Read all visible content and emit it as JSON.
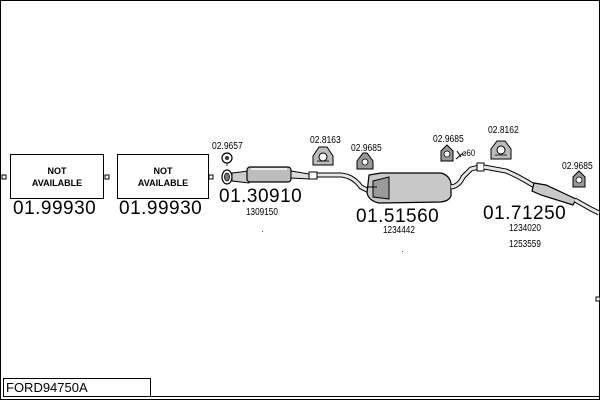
{
  "diagram": {
    "title": "FORD94750A",
    "not_available_text": [
      "NOT",
      "AVAILABLE"
    ],
    "sections": [
      {
        "code": "01.99930"
      },
      {
        "code": "01.99930"
      },
      {
        "code": "01.30910",
        "oe": [
          "1309150"
        ]
      },
      {
        "code": "01.51560",
        "oe": [
          "1234442"
        ]
      },
      {
        "code": "01.71250",
        "oe": [
          "1234020",
          "1253559"
        ]
      }
    ],
    "fittings": [
      {
        "code": "02.9657"
      },
      {
        "code": "02.8163"
      },
      {
        "code": "02.9685"
      },
      {
        "code": "02.9685"
      },
      {
        "code": "02.8162"
      },
      {
        "code": "02.9685"
      }
    ],
    "pipe_diameter": "⌀60"
  }
}
